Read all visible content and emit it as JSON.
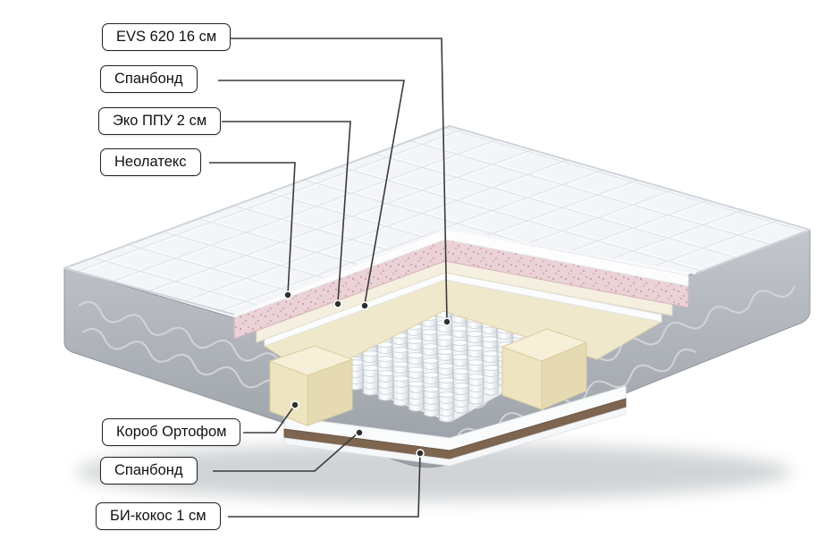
{
  "diagram": {
    "labels": [
      {
        "text": "EVS 620 16 см"
      },
      {
        "text": "Спанбонд"
      },
      {
        "text": "Эко ППУ 2 см"
      },
      {
        "text": "Неолатекс"
      },
      {
        "text": "Короб Ортофом"
      },
      {
        "text": "Спанбонд"
      },
      {
        "text": "БИ-кокос 1 см"
      }
    ],
    "colors": {
      "quilt_top": "#f3f5f8",
      "side_fabric": "#aeb3b9",
      "neolatex_pink": "#ebd2d7",
      "orthofoam_cream": "#f2ebcf",
      "bicocos_brown": "#7d6550",
      "spring_white": "#ffffff",
      "leader_line": "#3a3a3a"
    }
  }
}
